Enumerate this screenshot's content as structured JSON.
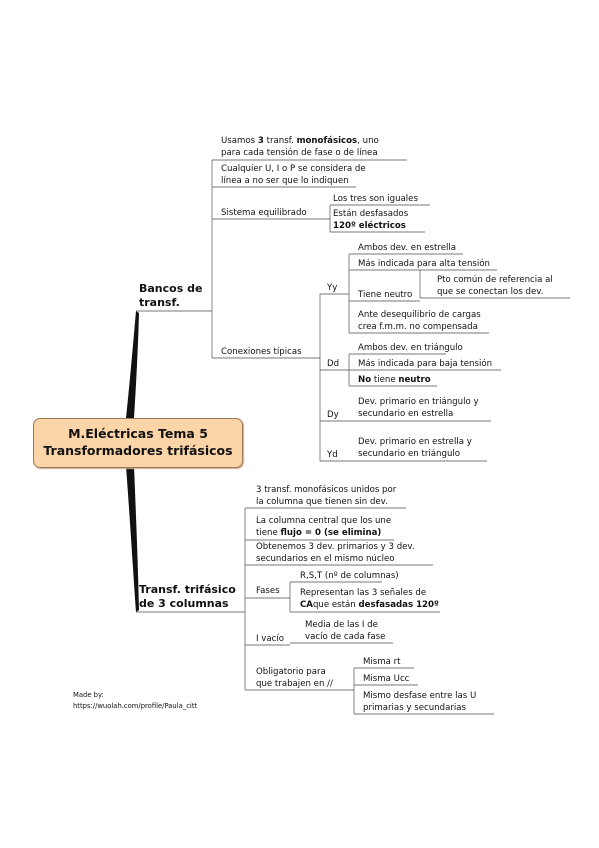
{
  "central": {
    "line1": "M.Eléctricas Tema 5",
    "line2": "Transformadores trifásicos",
    "fill_color": "#fbd5a8"
  },
  "credit": {
    "made_by": "Made by:",
    "url": "https://wuolah.com/profile/Paula_citt"
  },
  "bancos": {
    "title_1": "Bancos de",
    "title_2": "transf.",
    "n1": {
      "l1_pre": "Usamos ",
      "l1_b1": "3",
      "l1_mid": " transf. ",
      "l1_b2": "monofásicos",
      "l1_post": ", uno",
      "l2": "para cada tensión de fase o de línea"
    },
    "n2": {
      "l1": "Cualquier U, I o P se considera de",
      "l2": "línea a no ser que lo indiquen"
    },
    "equilibrado": {
      "label": "Sistema equilibrado",
      "c1": "Los tres son iguales",
      "c2_l1": "Están desfasados",
      "c2_l2": "120º eléctricos"
    },
    "conexiones": {
      "label": "Conexiones típicas",
      "yy": {
        "label": "Yy",
        "c1": "Ambos dev. en estrella",
        "c2": "Más indicada para alta tensión",
        "c3": "Tiene neutro",
        "c3_sub_l1": "Pto común de referencia al",
        "c3_sub_l2": "que se conectan los dev.",
        "c4_l1": "Ante desequilibrio de cargas",
        "c4_l2": "crea f.m.m. no compensada"
      },
      "dd": {
        "label": "Dd",
        "c1": "Ambos dev. en triángulo",
        "c2": "Más indicada para baja tensión",
        "c3_b1": "No",
        "c3_mid": " tiene ",
        "c3_b2": "neutro"
      },
      "dy": {
        "label": "Dy",
        "l1": "Dev. primario en triángulo y",
        "l2": "secundario en estrella"
      },
      "yd": {
        "label": "Yd",
        "l1": "Dev. primario en estrella y",
        "l2": "secundario en triángulo"
      }
    }
  },
  "trifasico": {
    "title_1": "Transf. trifásico",
    "title_2": "de 3 columnas",
    "n1": {
      "l1": "3 transf. monofásicos unidos por",
      "l2": "la columna que tienen sin dev."
    },
    "n2": {
      "l1": "La columna central que los une",
      "l2_pre": "tiene ",
      "l2_b": "flujo = 0 (se elimina)"
    },
    "n3": {
      "l1": "Obtenemos 3 dev. primarios y 3 dev.",
      "l2": "secundarios en el mismo núcleo"
    },
    "fases": {
      "label": "Fases",
      "c1": "R,S,T (nº de columnas)",
      "c2_l1": "Representan las 3 señales de",
      "c2_b1": "CA",
      "c2_mid": "que están ",
      "c2_b2": "desfasadas 120º"
    },
    "vacio": {
      "label": "I vacío",
      "l1": "Media de las I de",
      "l2": "vacío de cada fase"
    },
    "paralelo": {
      "label_l1": "Obligatorio para",
      "label_l2": "que trabajen en //",
      "c1": "Misma rt",
      "c2": "Misma Ucc",
      "c3_l1": "Mismo desfase entre las U",
      "c3_l2": "primarias y secundarias"
    }
  }
}
